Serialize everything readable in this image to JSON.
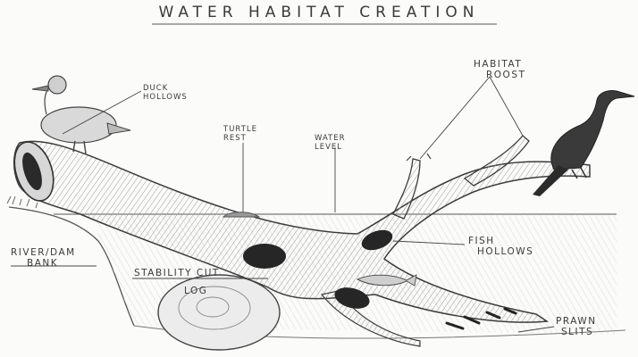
{
  "title": "WATER HABITAT CREATION",
  "labels": {
    "duck_hollows": [
      "DUCK",
      "HOLLOWS"
    ],
    "turtle_rest": [
      "TURTLE",
      "REST"
    ],
    "water_level": [
      "WATER",
      "LEVEL"
    ],
    "habitat_roost": [
      "HABITAT",
      "ROOST"
    ],
    "river_dam_bank": [
      "RIVER/DAM",
      "BANK"
    ],
    "stability_cut": "STABILITY CUT",
    "log": "LOG",
    "fish_hollows": [
      "FISH",
      "HOLLOWS"
    ],
    "prawn_slits": [
      "PRAWN",
      "SLITS"
    ]
  }
}
